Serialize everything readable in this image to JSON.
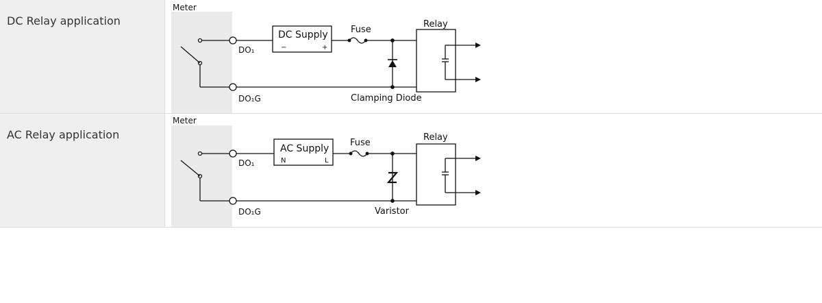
{
  "rows": [
    {
      "label": "DC Relay application",
      "meter": "Meter",
      "supply": "DC Supply",
      "supply_left": "−",
      "supply_right": "+",
      "fuse": "Fuse",
      "relay": "Relay",
      "terminal_1": "DO₁",
      "terminal_g": "DO₁G",
      "protection": "Clamping Diode"
    },
    {
      "label": "AC Relay application",
      "meter": "Meter",
      "supply": "AC Supply",
      "supply_left": "N",
      "supply_right": "L",
      "fuse": "Fuse",
      "relay": "Relay",
      "terminal_1": "DO₁",
      "terminal_g": "DO₁G",
      "protection": "Varistor"
    }
  ]
}
